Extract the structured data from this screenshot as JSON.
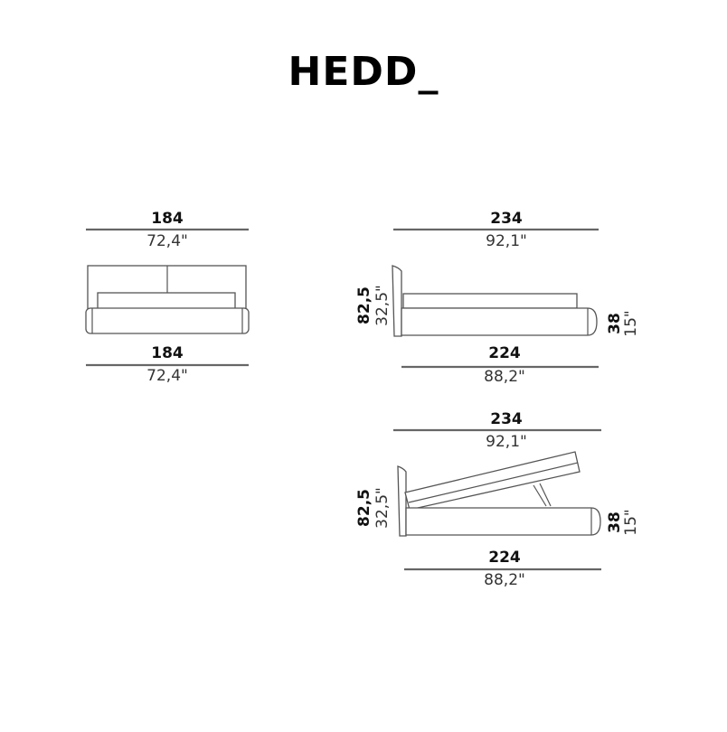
{
  "title": "HEDD_",
  "front_view": {
    "top_width_cm": "184",
    "top_width_in": "72,4\"",
    "bottom_width_cm": "184",
    "bottom_width_in": "72,4\""
  },
  "side_view": {
    "overall_length_cm": "234",
    "overall_length_in": "92,1\"",
    "base_length_cm": "224",
    "base_length_in": "88,2\"",
    "height_cm": "82,5",
    "height_in": "32,5\"",
    "base_height_cm": "38",
    "base_height_in": "15\""
  },
  "open_view": {
    "overall_length_cm": "234",
    "overall_length_in": "92,1\"",
    "base_length_cm": "224",
    "base_length_in": "88,2\"",
    "height_cm": "82,5",
    "height_in": "32,5\"",
    "base_height_cm": "38",
    "base_height_in": "15\""
  }
}
